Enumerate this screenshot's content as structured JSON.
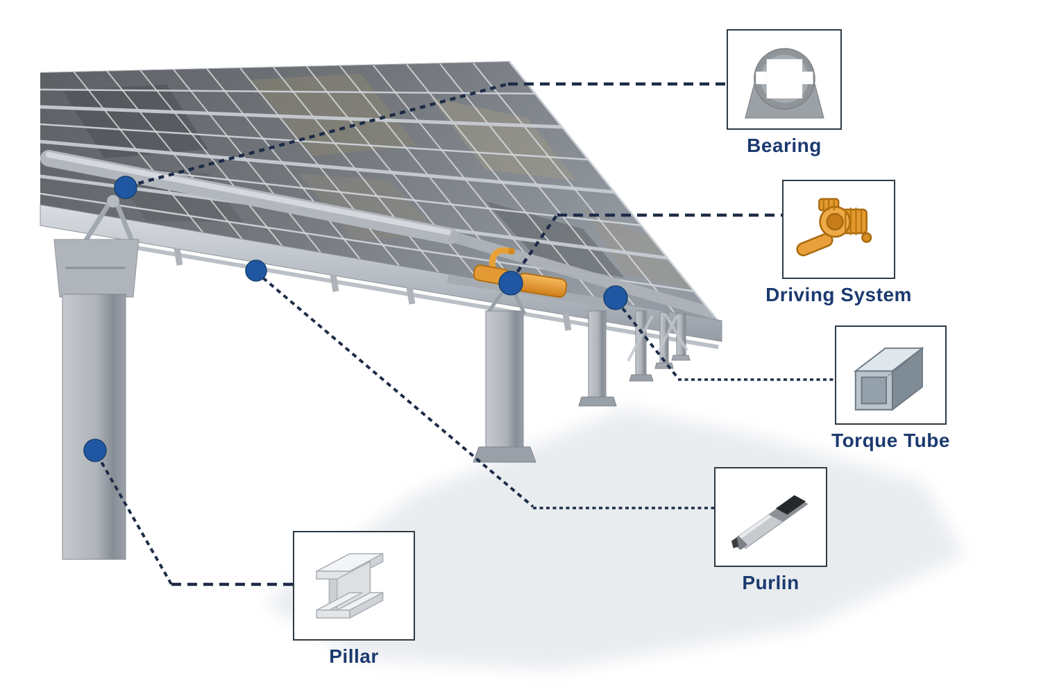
{
  "diagram": {
    "type": "solar-tracker-component-diagram",
    "callouts": {
      "bearing": {
        "label": "Bearing"
      },
      "driving_system": {
        "label": "Driving System"
      },
      "torque_tube": {
        "label": "Torque Tube"
      },
      "purlin": {
        "label": "Purlin"
      },
      "pillar": {
        "label": "Pillar"
      }
    },
    "colors": {
      "label_text": "#1c3a70",
      "connector": "#1d2c47",
      "marker": "#2057a3",
      "drive_accent": "#e89b33",
      "box_border": "#2e3a44"
    }
  }
}
